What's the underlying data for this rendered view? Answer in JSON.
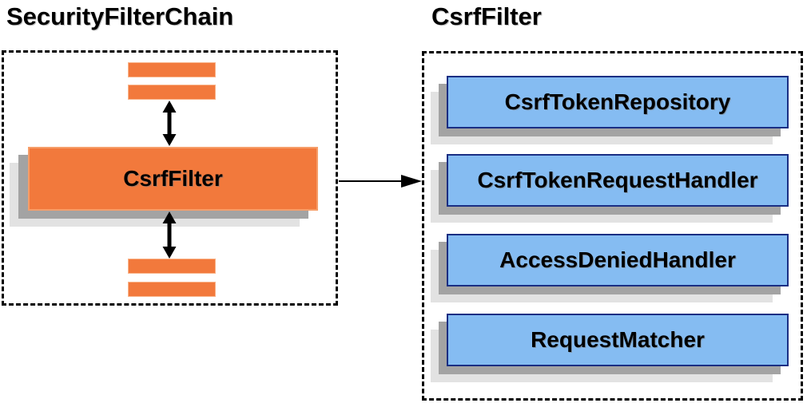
{
  "left_panel": {
    "title": "SecurityFilterChain",
    "node_label": "CsrfFilter"
  },
  "right_panel": {
    "title": "CsrfFilter",
    "components": [
      {
        "label": "CsrfTokenRepository"
      },
      {
        "label": "CsrfTokenRequestHandler"
      },
      {
        "label": "AccessDeniedHandler"
      },
      {
        "label": "RequestMatcher"
      }
    ]
  },
  "icons": {
    "vertical_link": "double-headed-arrow-icon",
    "flow": "right-arrow-icon"
  },
  "colors": {
    "orange_fill": "#F2793C",
    "orange_border": "#F9B48A",
    "blue_fill": "#85BCF2",
    "blue_border": "#1A2E83",
    "shadow_dark": "#A3A3A3",
    "shadow_light": "#E2E2E2",
    "line_black": "#000000",
    "background": "#FFFFFF"
  }
}
